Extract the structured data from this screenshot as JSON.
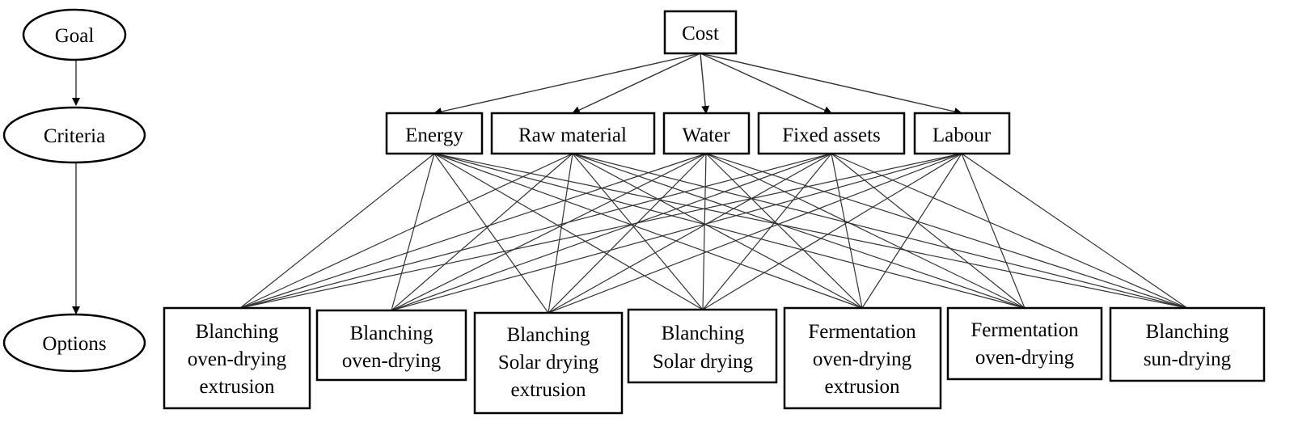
{
  "legend": {
    "goal": "Goal",
    "criteria": "Criteria",
    "options": "Options"
  },
  "goal": "Cost",
  "criteria": [
    "Energy",
    "Raw material",
    "Water",
    "Fixed assets",
    "Labour"
  ],
  "options": [
    [
      "Blanching",
      "oven-drying",
      "extrusion"
    ],
    [
      "Blanching",
      "oven-drying"
    ],
    [
      "Blanching",
      "Solar drying",
      "extrusion"
    ],
    [
      "Blanching",
      "Solar drying"
    ],
    [
      "Fermentation",
      "oven-drying",
      "extrusion"
    ],
    [
      "Fermentation",
      "oven-drying"
    ],
    [
      "Blanching",
      "sun-drying"
    ]
  ],
  "colors": {
    "stroke": "#000000",
    "edge": "#333333",
    "background": "#ffffff"
  }
}
